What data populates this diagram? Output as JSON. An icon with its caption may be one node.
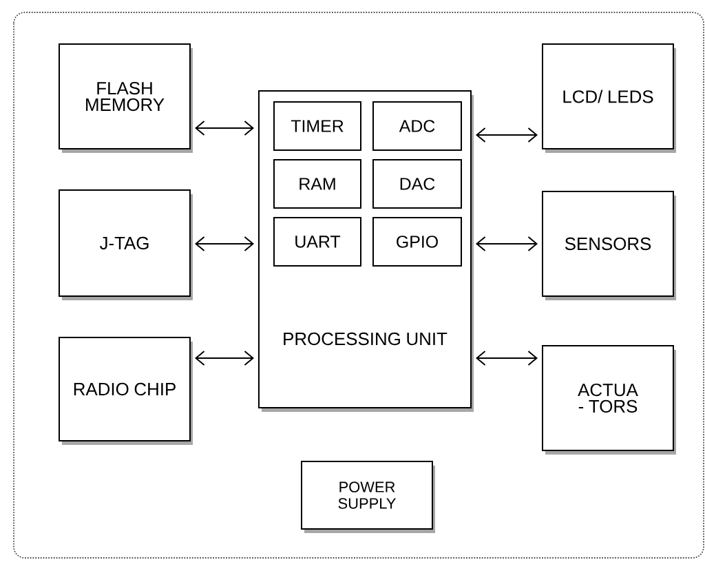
{
  "diagram": {
    "nodes": [
      {
        "text": [
          "FLASH MEMORY"
        ]
      },
      {
        "text": [
          "J-TAG"
        ]
      },
      {
        "text": [
          "RADIO CHIP"
        ]
      },
      {
        "text": [
          "PROCESSING UNIT"
        ]
      },
      {
        "text": [
          "TIMER"
        ],
        "in": 3
      },
      {
        "text": [
          "ADC"
        ],
        "in": 3
      },
      {
        "text": [
          "RAM"
        ],
        "in": 3
      },
      {
        "text": [
          "DAC"
        ],
        "in": 3
      },
      {
        "text": [
          "UART"
        ],
        "in": 3
      },
      {
        "text": [
          "GPIO"
        ],
        "in": 3
      },
      {
        "text": [
          "LCD/ LEDS"
        ]
      },
      {
        "text": [
          "SENSORS"
        ]
      },
      {
        "text": [
          "ACTUA - TORS"
        ]
      },
      {
        "text": [
          "POWER SUPPLY"
        ]
      }
    ],
    "edges": [
      {
        "from": 0,
        "to": 3,
        "arrow": "both"
      },
      {
        "from": 1,
        "to": 3,
        "arrow": "both"
      },
      {
        "from": 2,
        "to": 3,
        "arrow": "both"
      },
      {
        "from": 3,
        "to": 10,
        "arrow": "both"
      },
      {
        "from": 3,
        "to": 11,
        "arrow": "both"
      },
      {
        "from": 3,
        "to": 12,
        "arrow": "both"
      }
    ]
  }
}
